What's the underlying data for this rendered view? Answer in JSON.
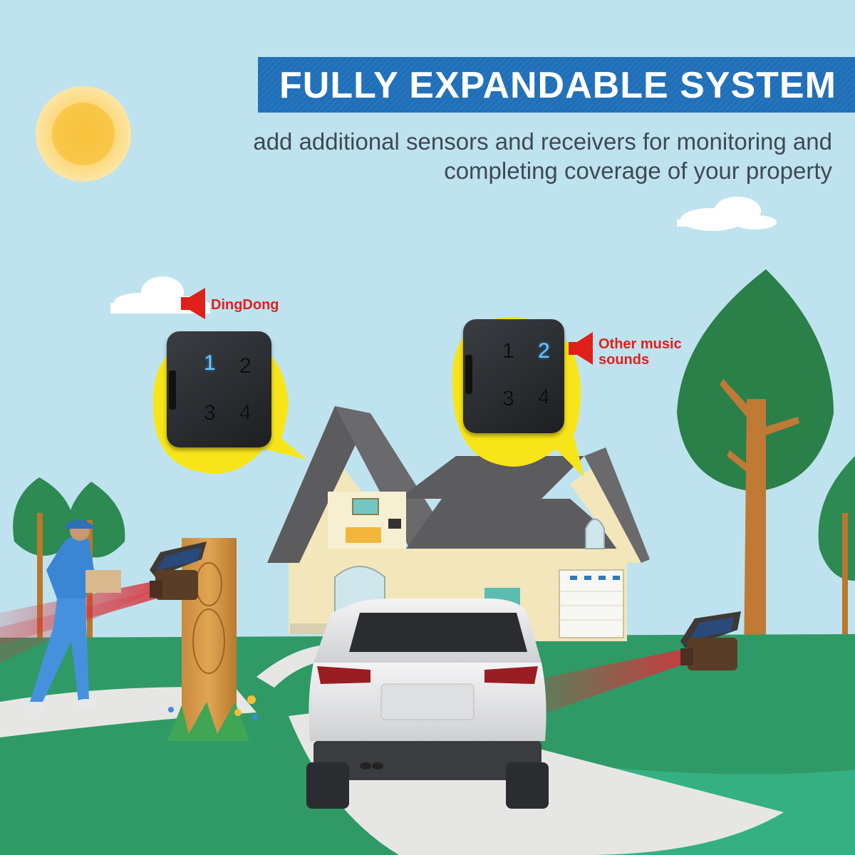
{
  "banner": {
    "title": "FULLY EXPANDABLE SYSTEM",
    "subtitle_line1": "add additional sensors and receivers for monitoring and",
    "subtitle_line2": "completing coverage of your property"
  },
  "receivers": [
    {
      "sound_label": "DingDong",
      "buttons": [
        "1",
        "2",
        "3",
        "4"
      ],
      "active_button": "1"
    },
    {
      "sound_label_line1": "Other music",
      "sound_label_line2": "sounds",
      "buttons": [
        "1",
        "2",
        "3",
        "4"
      ],
      "active_button": "2"
    }
  ],
  "colors": {
    "sky": "#bfe3ee",
    "banner": "#1f6fb8",
    "sun": "#f6c23e",
    "grass": "#2f9a66",
    "red_label": "#e0201a",
    "bubble": "#f7e51a",
    "roof": "#5c5b5e",
    "house_wall": "#efe3b5",
    "car": "#e9e9ea",
    "sensor_beam": "#d8313a"
  }
}
